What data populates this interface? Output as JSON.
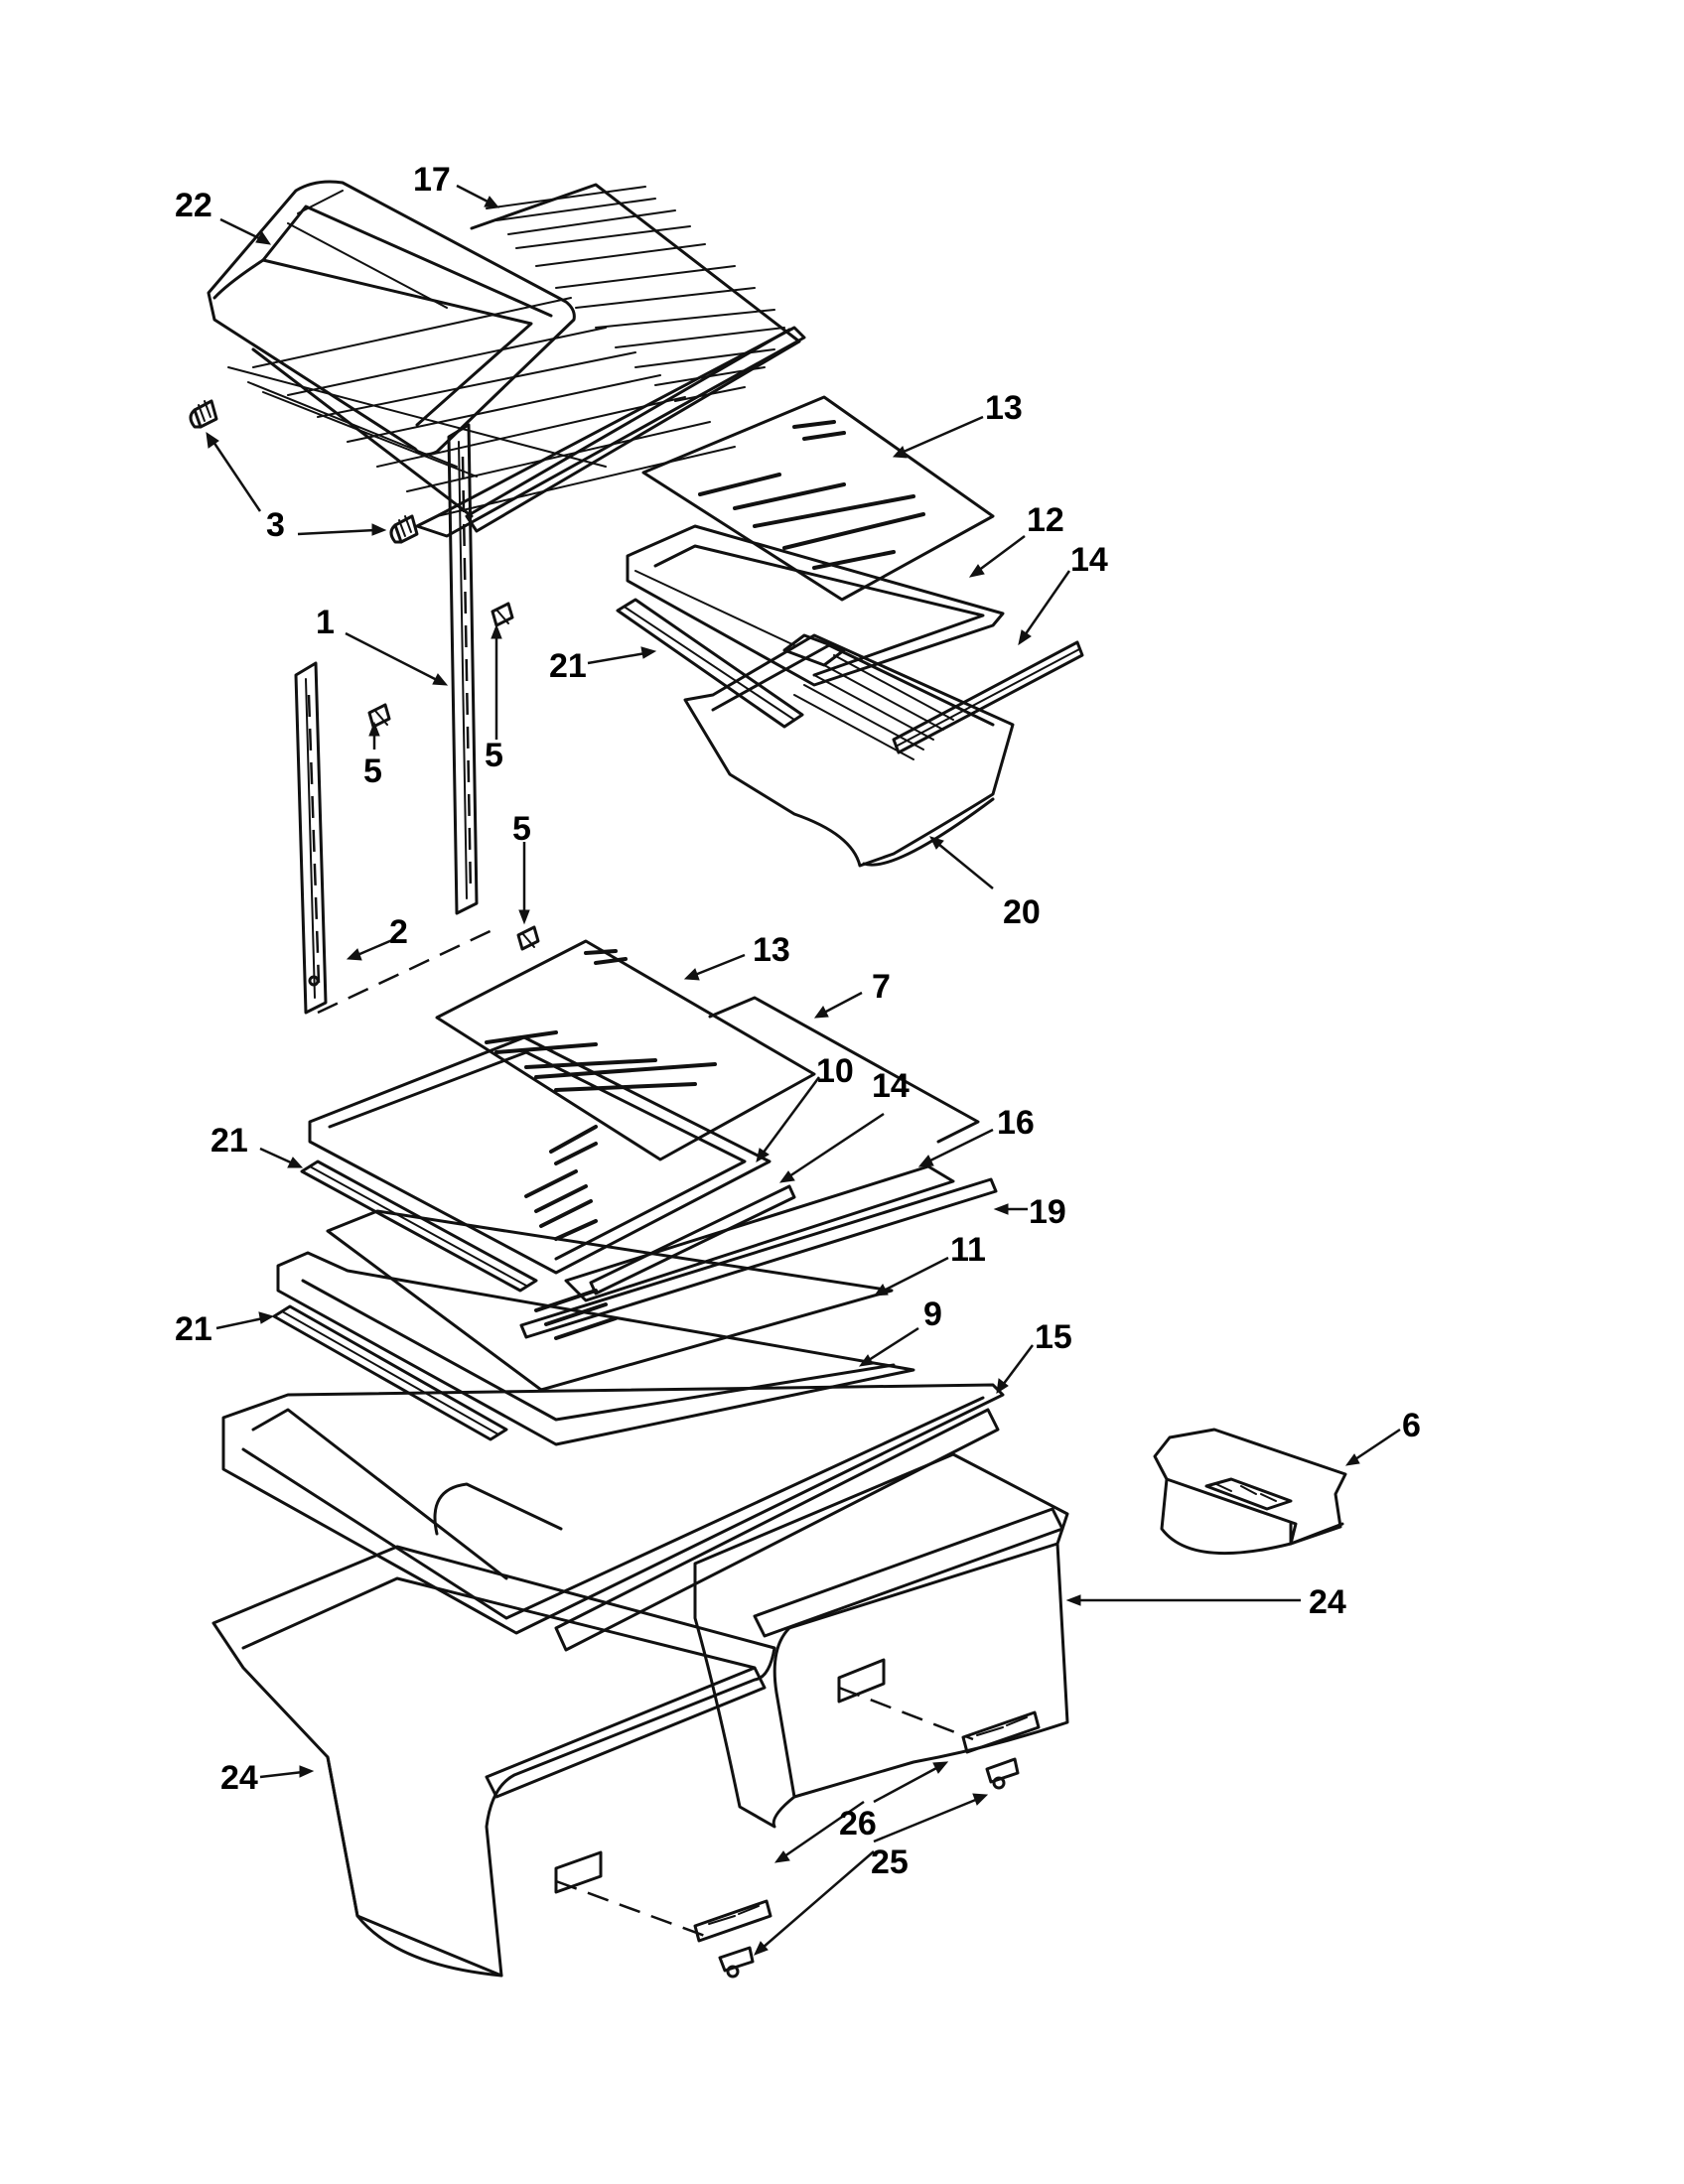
{
  "callouts": [
    {
      "id": "c22",
      "text": "22"
    },
    {
      "id": "c17",
      "text": "17"
    },
    {
      "id": "c3",
      "text": "3"
    },
    {
      "id": "c13a",
      "text": "13"
    },
    {
      "id": "c12",
      "text": "12"
    },
    {
      "id": "c14a",
      "text": "14"
    },
    {
      "id": "c1",
      "text": "1"
    },
    {
      "id": "c21a",
      "text": "21"
    },
    {
      "id": "c5a",
      "text": "5"
    },
    {
      "id": "c5b",
      "text": "5"
    },
    {
      "id": "c5c",
      "text": "5"
    },
    {
      "id": "c20",
      "text": "20"
    },
    {
      "id": "c2",
      "text": "2"
    },
    {
      "id": "c13b",
      "text": "13"
    },
    {
      "id": "c7",
      "text": "7"
    },
    {
      "id": "c10",
      "text": "10"
    },
    {
      "id": "c14b",
      "text": "14"
    },
    {
      "id": "c16",
      "text": "16"
    },
    {
      "id": "c21b",
      "text": "21"
    },
    {
      "id": "c19",
      "text": "19"
    },
    {
      "id": "c11",
      "text": "11"
    },
    {
      "id": "c9",
      "text": "9"
    },
    {
      "id": "c21c",
      "text": "21"
    },
    {
      "id": "c15",
      "text": "15"
    },
    {
      "id": "c6",
      "text": "6"
    },
    {
      "id": "c24a",
      "text": "24"
    },
    {
      "id": "c24b",
      "text": "24"
    },
    {
      "id": "c26",
      "text": "26"
    },
    {
      "id": "c25",
      "text": "25"
    }
  ],
  "colors": {
    "ink": "#111111",
    "paper": "#ffffff"
  }
}
